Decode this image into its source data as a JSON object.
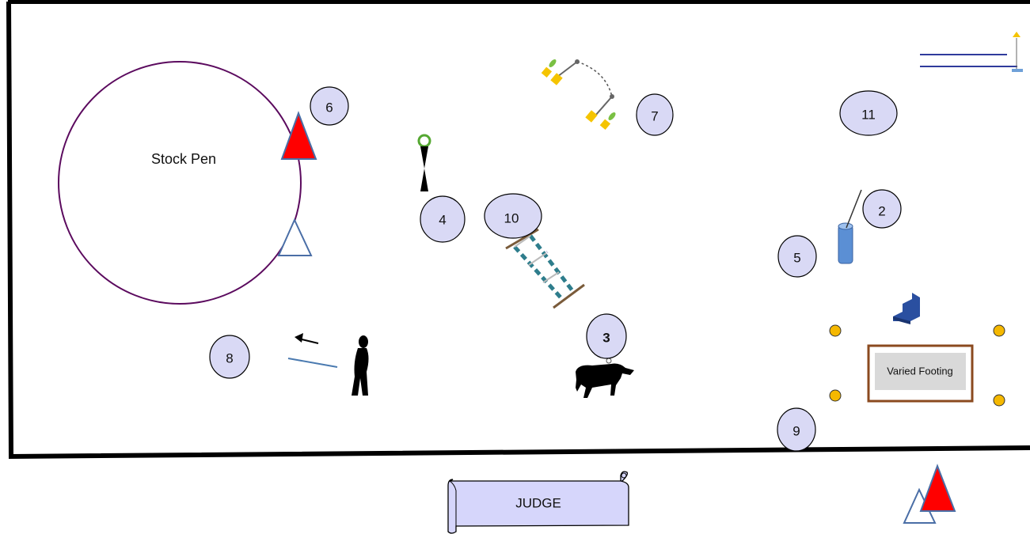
{
  "stock_pen": {
    "label": "Stock Pen"
  },
  "stations": [
    {
      "number": "2"
    },
    {
      "number": "3"
    },
    {
      "number": "4"
    },
    {
      "number": "5"
    },
    {
      "number": "6"
    },
    {
      "number": "7"
    },
    {
      "number": "8"
    },
    {
      "number": "9"
    },
    {
      "number": "10"
    },
    {
      "number": "11"
    }
  ],
  "varied_footing": {
    "label": "Varied Footing"
  },
  "judge": {
    "label": "JUDGE"
  },
  "colors": {
    "arena_border": "#000000",
    "station_fill": "#d9d9f5",
    "pen_circle": "#5b0a5e",
    "start_triangle_fill": "#ff0000",
    "finish_triangle_stroke": "#4a6ea6",
    "cone": "#f5b800",
    "scroll_fill": "#d6d6fb",
    "rail": "#2f3b9c"
  },
  "icons": [
    "start-triangle-icon",
    "finish-triangle-icon",
    "gate-icon",
    "bridge-icon",
    "bull-icon",
    "person-icon",
    "mailbox-icon",
    "steps-icon",
    "cone-icon",
    "rope-gate-icon",
    "flag-rails-icon"
  ]
}
